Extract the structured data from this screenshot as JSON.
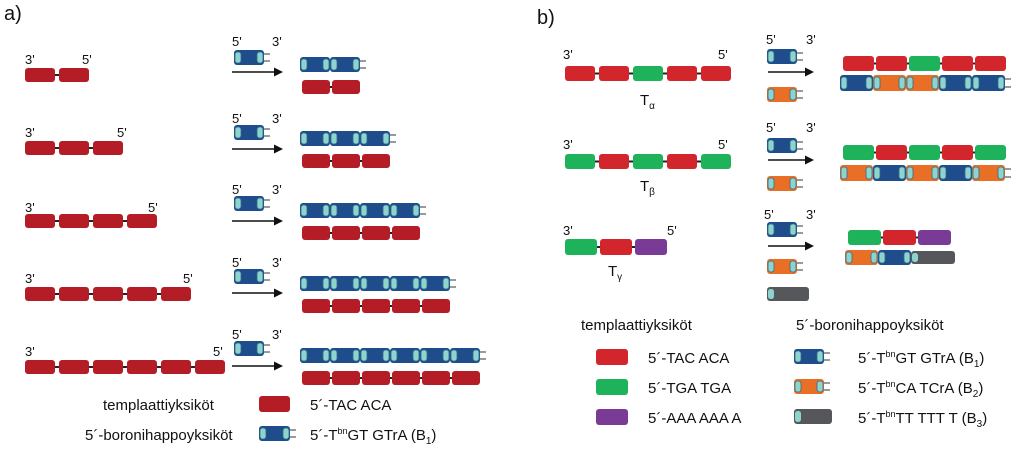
{
  "colors": {
    "red": "#d3252c",
    "darkred": "#b41d26",
    "green": "#1eb25a",
    "purple": "#7a3b96",
    "blue": "#1f4d8c",
    "orange": "#e96f26",
    "gray": "#55575a",
    "cap": "#8fd3ce"
  },
  "panel_a": {
    "label": "a)",
    "end3": "3'",
    "end5": "5'",
    "legend": {
      "template_title": "templaattiyksiköt",
      "template_text": "5´-TAC ACA",
      "boronic_title": "5´-boronihappoyksiköt",
      "boronic_text_pre": "5´-T",
      "boronic_sup": "bn",
      "boronic_text_mid": "GT GTrA (B",
      "boronic_sub": "1",
      "boronic_text_post": ")"
    }
  },
  "panel_b": {
    "label": "b)",
    "end3": "3'",
    "end5": "5'",
    "template_names": [
      {
        "base": "T",
        "sub": "α"
      },
      {
        "base": "T",
        "sub": "β"
      },
      {
        "base": "T",
        "sub": "γ"
      }
    ],
    "legend": {
      "template_title": "templaattiyksiköt",
      "boronic_title": "5´-boronihappoyksiköt",
      "templates": [
        "5´-TAC ACA",
        "5´-TGA TGA",
        "5´-AAA AAA A"
      ],
      "boronics": [
        {
          "pre": "5´-T",
          "sup": "bn",
          "mid": "GT GTrA (B",
          "sub": "1",
          "post": ")"
        },
        {
          "pre": "5´-T",
          "sup": "bn",
          "mid": "CA TCrA (B",
          "sub": "2",
          "post": ")"
        },
        {
          "pre": "5´-T",
          "sup": "bn",
          "mid": "TT TTT T (B",
          "sub": "3",
          "post": ")"
        }
      ]
    }
  }
}
